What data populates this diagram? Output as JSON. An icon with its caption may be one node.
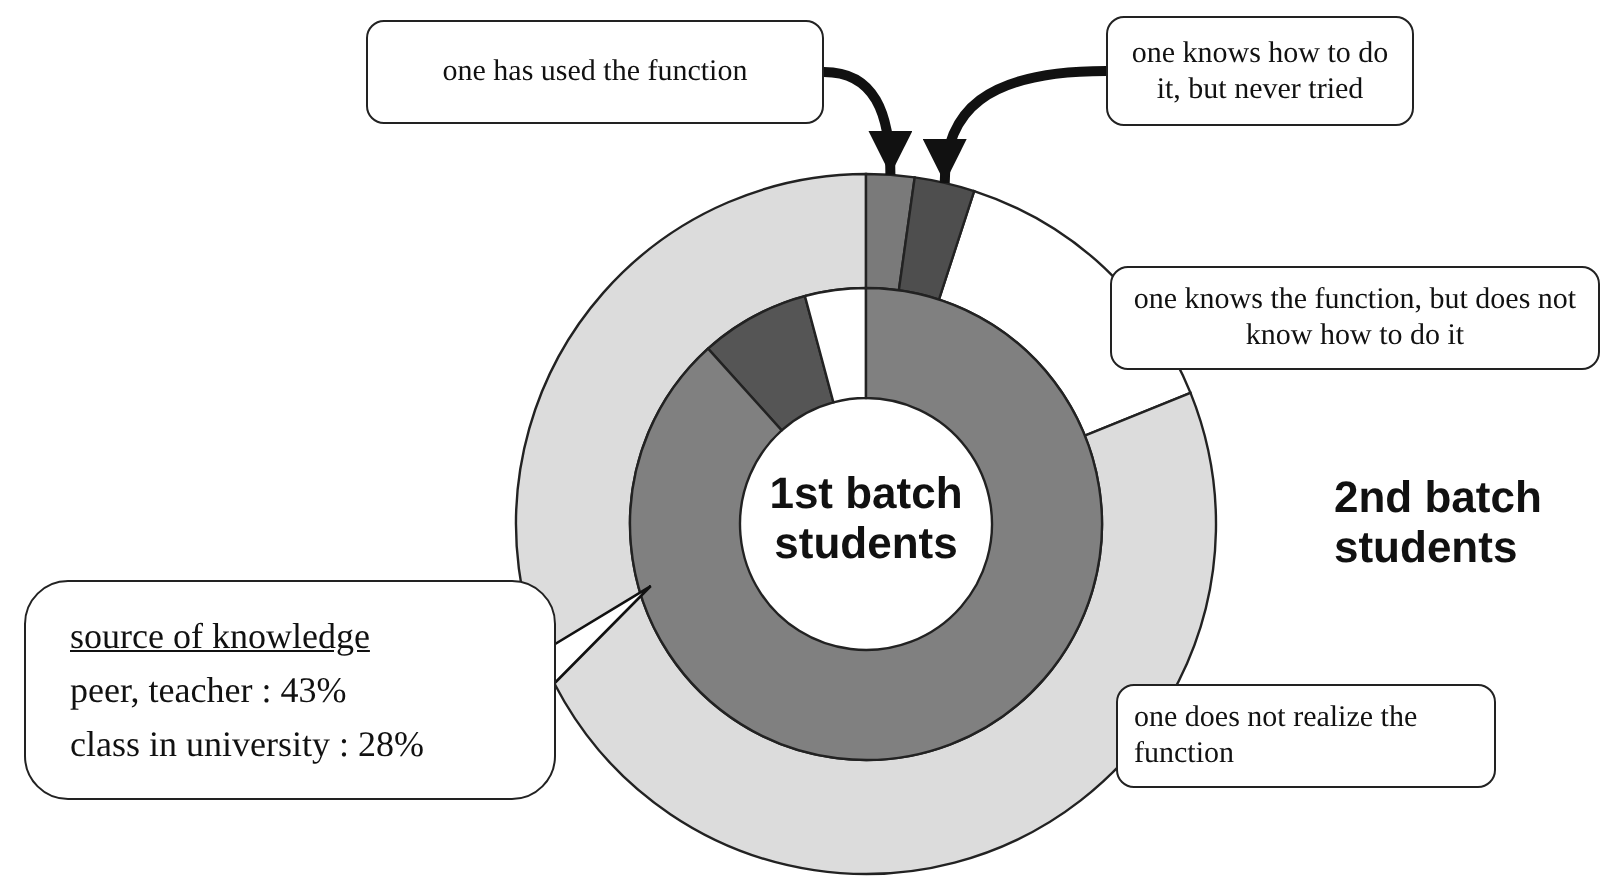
{
  "diagram": {
    "nodes": [
      {
        "text": [
          "one has used the function"
        ]
      },
      {
        "text": [
          "one knows how to do it, but never tried"
        ]
      },
      {
        "text": [
          "one knows the function, but does not know how to do it"
        ]
      },
      {
        "text": [
          "source of knowledge",
          "peer, teacher : 43%",
          "class in university : 28%"
        ]
      },
      {
        "text": [
          "one does not realize the function"
        ]
      },
      {
        "text": [],
        "shape": "wedge"
      },
      {
        "text": [],
        "shape": "wedge"
      },
      {
        "text": [],
        "shape": "wedge"
      }
    ],
    "edges": [
      {
        "from": 0,
        "to": 5,
        "arrow": "to"
      },
      {
        "from": 1,
        "to": 6,
        "arrow": "to"
      },
      {
        "from": 3,
        "to": 7,
        "arrow": "none"
      }
    ],
    "labels": [
      "1st batch students",
      "2nd batch students"
    ]
  }
}
